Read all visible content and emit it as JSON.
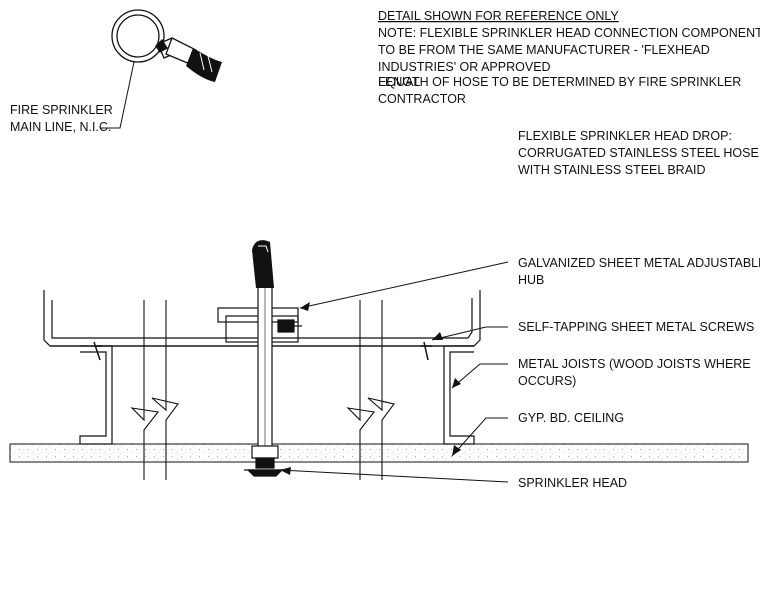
{
  "notes": {
    "heading": "DETAIL SHOWN FOR REFERENCE ONLY",
    "note_line1": "NOTE: FLEXIBLE SPRINKLER HEAD CONNECTION COMPONENTS",
    "note_line2": "TO BE FROM THE SAME MANUFACTURER - 'FLEXHEAD",
    "note_line3": "INDUSTRIES' OR APPROVED",
    "note_overlap": "EQUAL",
    "note_line4": "LENGTH OF HOSE TO BE DETERMINED BY FIRE SPRINKLER",
    "note_line5": "CONTRACTOR"
  },
  "labels": {
    "main_line_1": "FIRE SPRINKLER",
    "main_line_2": "MAIN LINE, N.I.C.",
    "hose_1": "FLEXIBLE SPRINKLER HEAD DROP:",
    "hose_2": "CORRUGATED STAINLESS STEEL HOSE",
    "hose_3": "WITH STAINLESS STEEL BRAID",
    "hub_1": "GALVANIZED SHEET METAL ADJUSTABLE",
    "hub_2": "HUB",
    "screws": "SELF-TAPPING SHEET METAL SCREWS",
    "joists_1": "METAL  JOISTS (WOOD JOISTS WHERE",
    "joists_2": "OCCURS)",
    "ceiling": "GYP. BD. CEILING",
    "head": "SPRINKLER HEAD"
  }
}
